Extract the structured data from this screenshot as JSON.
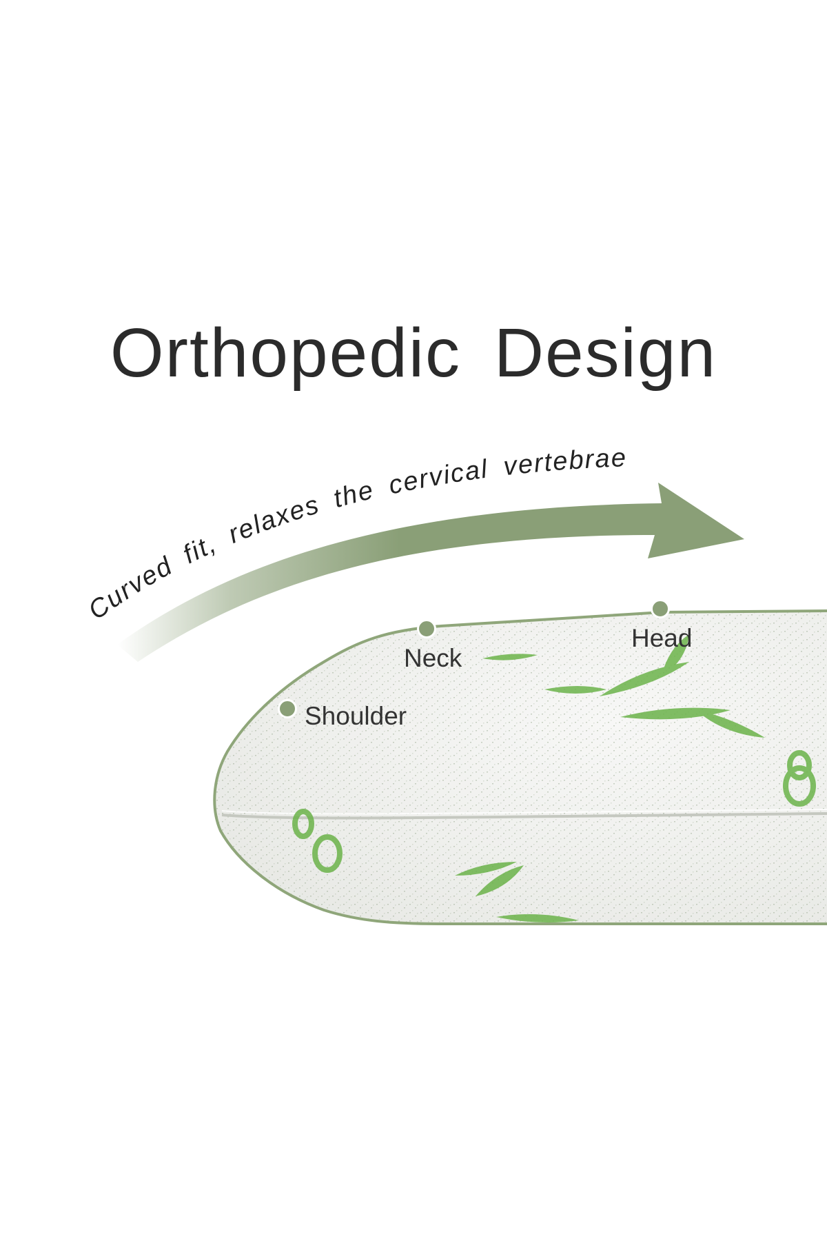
{
  "title": "Orthopedic Design",
  "arrow_caption": "Curved fit, relaxes the cervical vertebrae",
  "labels": {
    "neck": "Neck",
    "head": "Head",
    "shoulder": "Shoulder"
  },
  "colors": {
    "accent_green": "#8a9f77",
    "pillow_outline": "#8fa67a",
    "text_dark": "#2b2b2b",
    "bamboo_green": "#6bb34a",
    "background": "#ffffff"
  },
  "icons": {
    "arrow": "curved-arrow-icon",
    "marker": "dot-marker-icon"
  }
}
